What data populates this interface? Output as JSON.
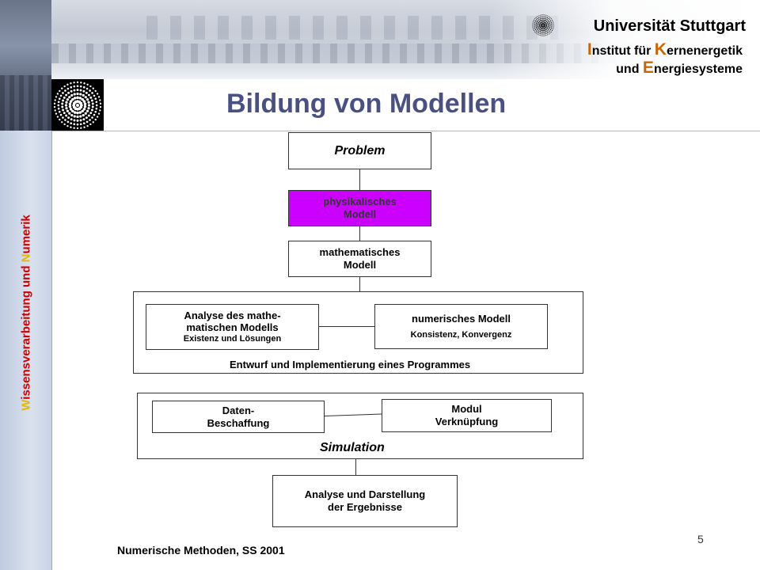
{
  "header": {
    "university": "Universität Stuttgart",
    "institute_line1": {
      "lead": "I",
      "rest1": "nstitut für ",
      "accent": "K",
      "rest2": "ernenergetik"
    },
    "institute_line2": {
      "lead": "und ",
      "accent": "E",
      "rest": "nergiesysteme"
    }
  },
  "sidebar": {
    "segments": [
      {
        "text": "W",
        "accent": true
      },
      {
        "text": "issensverarbeitung und ",
        "accent": false
      },
      {
        "text": "N",
        "accent": true
      },
      {
        "text": "umerik",
        "accent": false
      }
    ]
  },
  "slide": {
    "title": "Bildung von Modellen",
    "footer": "Numerische Methoden, SS 2001",
    "page_number": "5"
  },
  "diagram": {
    "problem": "Problem",
    "physical_model": {
      "line1": "physikalisches",
      "line2": "Modell"
    },
    "math_model": {
      "line1": "mathematisches",
      "line2": "Modell"
    },
    "analysis_math": {
      "line1": "Analyse des mathe-",
      "line2": "matischen Modells",
      "line3": "Existenz und Lösungen"
    },
    "numerical_model": {
      "line1": "numerisches Modell",
      "line2": "Konsistenz, Konvergenz"
    },
    "program_frame_label": "Entwurf und Implementierung eines Programmes",
    "data_acquisition": {
      "line1": "Daten-",
      "line2": "Beschaffung"
    },
    "module_linking": {
      "line1": "Modul",
      "line2": "Verknüpfung"
    },
    "simulation_label": "Simulation",
    "results": {
      "line1": "Analyse und Darstellung",
      "line2": "der Ergebnisse"
    }
  },
  "colors": {
    "title": "#4a5080",
    "physical_box": "#cc00ff",
    "sidebar_text": "#cc0000",
    "sidebar_accent": "#e6b800",
    "institute_accent": "#cc6600"
  }
}
